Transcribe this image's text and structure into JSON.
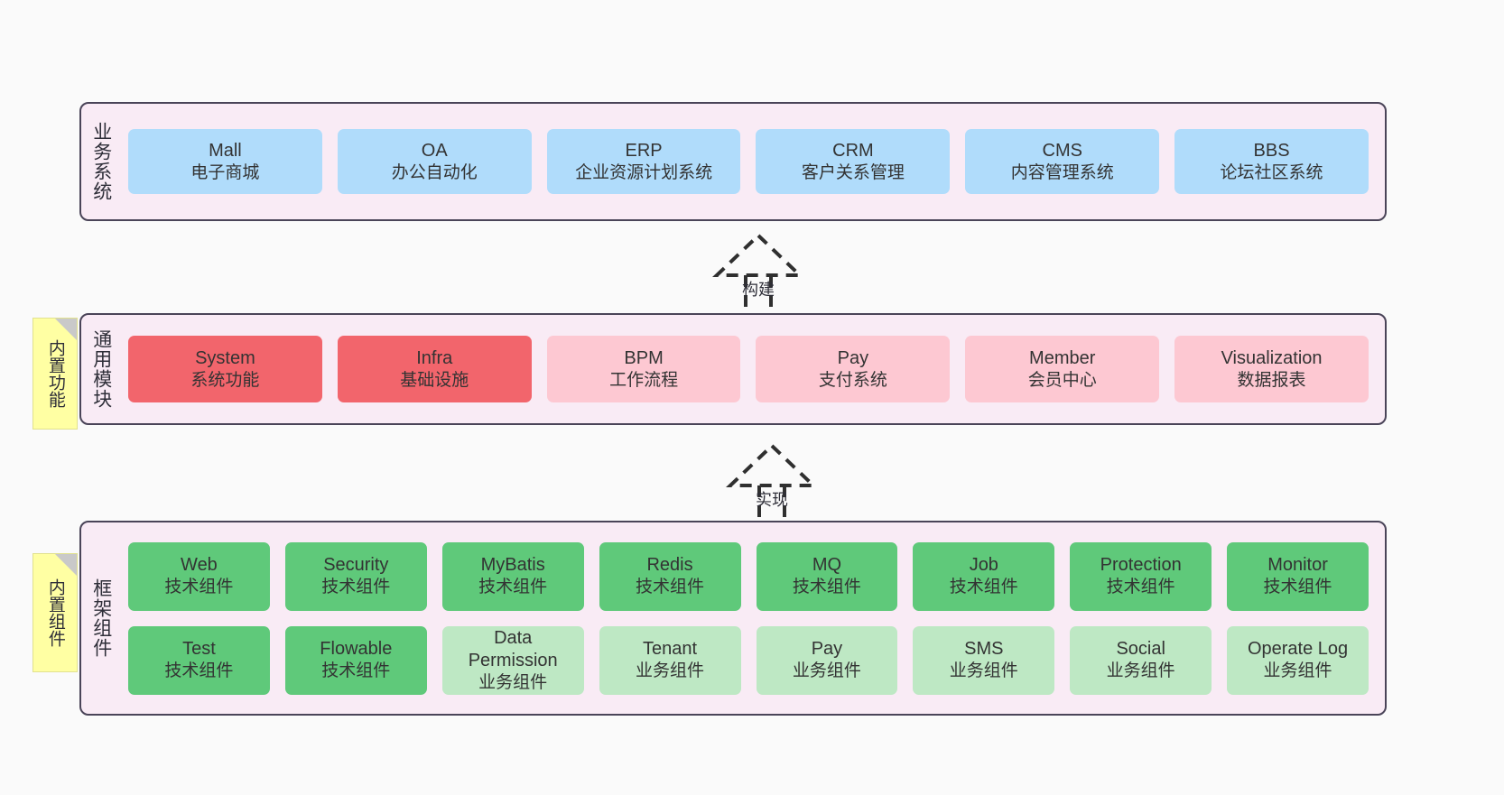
{
  "diagram": {
    "background_color": "#fafafa",
    "panel_color": "#f9ebf5",
    "panel_border_color": "#4a4458",
    "note_color": "#ffffa3",
    "colors": {
      "blue": "#b0dcfb",
      "red": "#f2656c",
      "pink": "#fdc8d2",
      "green": "#5fc97a",
      "light_green": "#bee8c4"
    }
  },
  "notes": {
    "builtin_features": "内置功能",
    "builtin_components": "内置组件"
  },
  "connectors": {
    "build": "构建",
    "implement": "实现"
  },
  "layers": {
    "business": {
      "title": "业务系统",
      "items": [
        {
          "name": "Mall",
          "desc": "电子商城",
          "color": "blue"
        },
        {
          "name": "OA",
          "desc": "办公自动化",
          "color": "blue"
        },
        {
          "name": "ERP",
          "desc": "企业资源计划系统",
          "color": "blue"
        },
        {
          "name": "CRM",
          "desc": "客户关系管理",
          "color": "blue"
        },
        {
          "name": "CMS",
          "desc": "内容管理系统",
          "color": "blue"
        },
        {
          "name": "BBS",
          "desc": "论坛社区系统",
          "color": "blue"
        }
      ]
    },
    "modules": {
      "title": "通用模块",
      "items": [
        {
          "name": "System",
          "desc": "系统功能",
          "color": "red"
        },
        {
          "name": "Infra",
          "desc": "基础设施",
          "color": "red"
        },
        {
          "name": "BPM",
          "desc": "工作流程",
          "color": "pink"
        },
        {
          "name": "Pay",
          "desc": "支付系统",
          "color": "pink"
        },
        {
          "name": "Member",
          "desc": "会员中心",
          "color": "pink"
        },
        {
          "name": "Visualization",
          "desc": "数据报表",
          "color": "pink"
        }
      ]
    },
    "framework": {
      "title": "框架组件",
      "row1": [
        {
          "name": "Web",
          "desc": "技术组件",
          "color": "green"
        },
        {
          "name": "Security",
          "desc": "技术组件",
          "color": "green"
        },
        {
          "name": "MyBatis",
          "desc": "技术组件",
          "color": "green"
        },
        {
          "name": "Redis",
          "desc": "技术组件",
          "color": "green"
        },
        {
          "name": "MQ",
          "desc": "技术组件",
          "color": "green"
        },
        {
          "name": "Job",
          "desc": "技术组件",
          "color": "green"
        },
        {
          "name": "Protection",
          "desc": "技术组件",
          "color": "green"
        },
        {
          "name": "Monitor",
          "desc": "技术组件",
          "color": "green"
        }
      ],
      "row2": [
        {
          "name": "Test",
          "desc": "技术组件",
          "color": "green"
        },
        {
          "name": "Flowable",
          "desc": "技术组件",
          "color": "green"
        },
        {
          "name": "Data Permission",
          "desc": "业务组件",
          "color": "lightgreen"
        },
        {
          "name": "Tenant",
          "desc": "业务组件",
          "color": "lightgreen"
        },
        {
          "name": "Pay",
          "desc": "业务组件",
          "color": "lightgreen"
        },
        {
          "name": "SMS",
          "desc": "业务组件",
          "color": "lightgreen"
        },
        {
          "name": "Social",
          "desc": "业务组件",
          "color": "lightgreen"
        },
        {
          "name": "Operate Log",
          "desc": "业务组件",
          "color": "lightgreen"
        }
      ]
    }
  }
}
